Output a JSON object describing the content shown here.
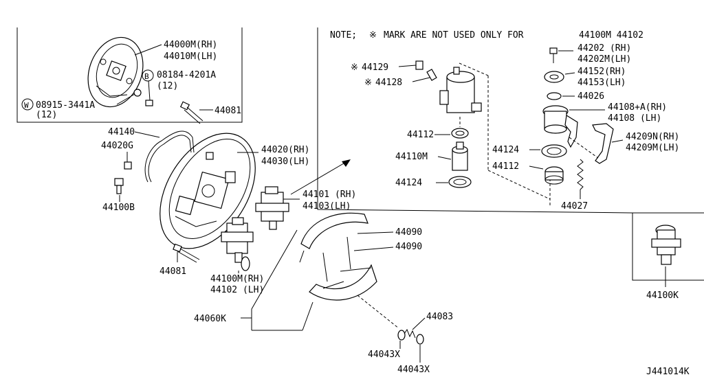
{
  "note": {
    "prefix": "NOTE;",
    "mark": "※",
    "text": "MARK ARE NOT USED ONLY FOR",
    "models": "44100M 44102"
  },
  "diagram_id": "J441014K",
  "labels": {
    "p44000M": "44000M(RH)",
    "p44010M": "44010M(LH)",
    "b_circle": "B",
    "p08184": "08184-4201A",
    "p08184_qty": "(12)",
    "w_circle": "W",
    "p08915": "08915-3441A",
    "p08915_qty": "(12)",
    "p44081_top": "44081",
    "p44140": "44140",
    "p44020G": "44020G",
    "p44020": "44020(RH)",
    "p44030": "44030(LH)",
    "p44100B": "44100B",
    "p44101": "44101 (RH)",
    "p44103": "44103(LH)",
    "p44081_bottom": "44081",
    "p44100M": "44100M(RH)",
    "p44102_lh": "44102 (LH)",
    "p44090_a": "44090",
    "p44090_b": "44090",
    "p44060K": "44060K",
    "p44083": "44083",
    "p44043X_a": "44043X",
    "p44043X_b": "44043X",
    "p44129": "44129",
    "p44128": "44128",
    "p44112_a": "44112",
    "p44110M": "44110M",
    "p44124_a": "44124",
    "p44202": "44202 (RH)",
    "p44202M": "44202M(LH)",
    "p44152": "44152(RH)",
    "p44153": "44153(LH)",
    "p44026": "44026",
    "p44108A": "44108+A(RH)",
    "p44108": "44108 (LH)",
    "p44209N": "44209N(RH)",
    "p44209M": "44209M(LH)",
    "p44124_b": "44124",
    "p44112_b": "44112",
    "p44027": "44027",
    "p44100K": "44100K",
    "star_a": "※",
    "star_b": "※"
  }
}
